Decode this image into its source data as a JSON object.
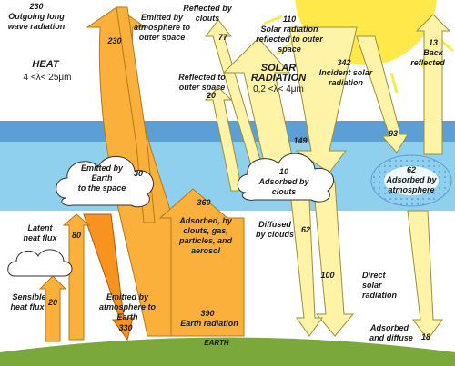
{
  "colors": {
    "band_light": "#8fd0ee",
    "band_dark": "#5b9fd6",
    "solar_fill": "#fff3a8",
    "solar_stroke": "#9a8f3a",
    "heat_orange": "#fbb03b",
    "heat_dark": "#f7931e",
    "earth_green": "#7aa83a",
    "sun_yellow": "#ffe94a"
  },
  "heat": {
    "title": "HEAT",
    "range": "4 <λ< 25μm"
  },
  "solar": {
    "title_line1": "SOLAR",
    "title_line2": "RADIATION",
    "range": "0,2 <λ< 4μm"
  },
  "top_left": {
    "value": "230",
    "line1": "Outgoing long",
    "line2": "wave radiation"
  },
  "emitted_atm_space": {
    "value": "230",
    "line1": "Emitted by",
    "line2": "atmosphere to",
    "line3": "outer space"
  },
  "reflected_clouds": {
    "value": "77",
    "line1": "Reflected by",
    "line2": "clouts"
  },
  "reflected_outer": {
    "value": "20",
    "line1": "Reflected to",
    "line2": "outer space"
  },
  "solar_reflected": {
    "value": "110",
    "line1": "Solar radiation",
    "line2": "reflected to outer",
    "line3": "space"
  },
  "incident": {
    "value": "342",
    "line1": "Incident solar",
    "line2": "radiation"
  },
  "back_reflected": {
    "value": "13",
    "line1": "Back",
    "line2": "reflected"
  },
  "to_clouds": {
    "value": "149"
  },
  "to_atm": {
    "value": "93"
  },
  "emitted_earth_space": {
    "value": "30",
    "line1": "Emitted by",
    "line2": "Earth",
    "line3": "to the space"
  },
  "adsorbed_clouts": {
    "value": "10",
    "line1": "Adsorbed by",
    "line2": "clouts"
  },
  "adsorbed_atm": {
    "value": "62",
    "line1": "Adsorbed by",
    "line2": "atmosphere"
  },
  "adsorbed_big": {
    "value": "360",
    "line1": "Adsorbed, by",
    "line2": "clouts, gas,",
    "line3": "particles, and",
    "line4": "aerosol"
  },
  "diffused": {
    "value": "62",
    "line1": "Diffused",
    "line2": "by clouds"
  },
  "latent": {
    "value": "80",
    "line1": "Latent",
    "line2": "heat flux"
  },
  "sensible": {
    "value": "20",
    "line1": "Sensible",
    "line2": "heat flux"
  },
  "emitted_atm_earth": {
    "value": "330",
    "line1": "Emitted by",
    "line2": "atmosphere to",
    "line3": "Earth"
  },
  "earth_rad": {
    "value": "390",
    "line1": "Earth radiation"
  },
  "direct": {
    "value": "100",
    "line1": "Direct",
    "line2": "solar",
    "line3": "radiation"
  },
  "adsorbed_diffuse": {
    "value": "18",
    "line1": "Adsorbed",
    "line2": "and diffuse"
  },
  "earth_label": "EARTH"
}
